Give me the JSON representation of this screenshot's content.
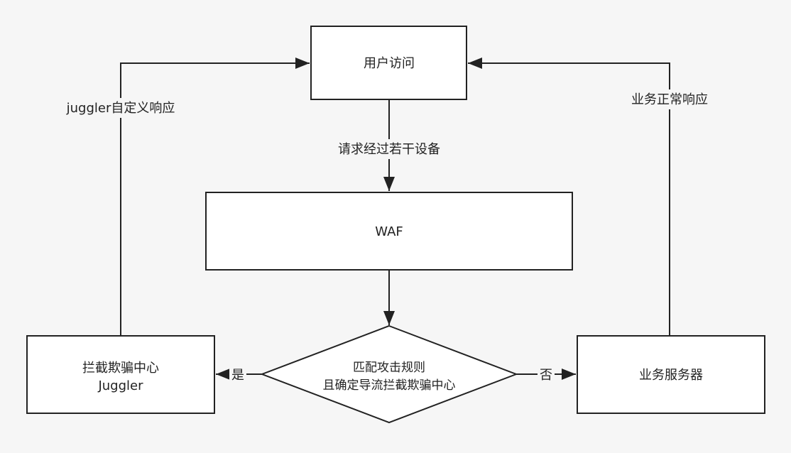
{
  "nodes": {
    "user_access": "用户访问",
    "waf": "WAF",
    "decision_line1": "匹配攻击规则",
    "decision_line2": "且确定导流拦截欺骗中心",
    "juggler_line1": "拦截欺骗中心",
    "juggler_line2": "Juggler",
    "business_server": "业务服务器"
  },
  "edge_labels": {
    "request": "请求经过若干设备",
    "juggler_response": "juggler自定义响应",
    "normal_response": "业务正常响应",
    "yes": "是",
    "no": "否"
  },
  "colors": {
    "background": "#f6f6f6",
    "box_fill": "#ffffff",
    "stroke": "#222222"
  }
}
